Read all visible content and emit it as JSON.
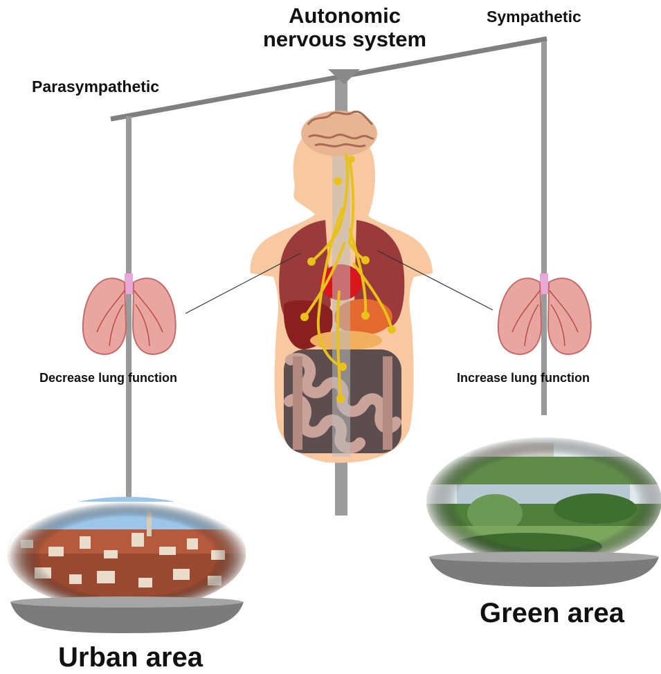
{
  "title": {
    "line1": "Autonomic",
    "line2": "nervous system"
  },
  "labels": {
    "sympathetic": "Sympathetic",
    "parasympathetic": "Parasympathetic",
    "decrease": "Decrease lung function",
    "increase": "Increase lung function",
    "urban": "Urban area",
    "green": "Green area"
  },
  "colors": {
    "bar": "#8c8c8c",
    "skin": "#f8c9a0",
    "nerve": "#e8c21a",
    "lung": "#e9a6a0",
    "organ_lung": "#9a3a3a",
    "heart": "#d7161e"
  },
  "icons": [
    "brain-icon",
    "lungs-icon",
    "heart-icon",
    "stomach-icon",
    "intestine-icon",
    "city-photo",
    "park-photo"
  ]
}
